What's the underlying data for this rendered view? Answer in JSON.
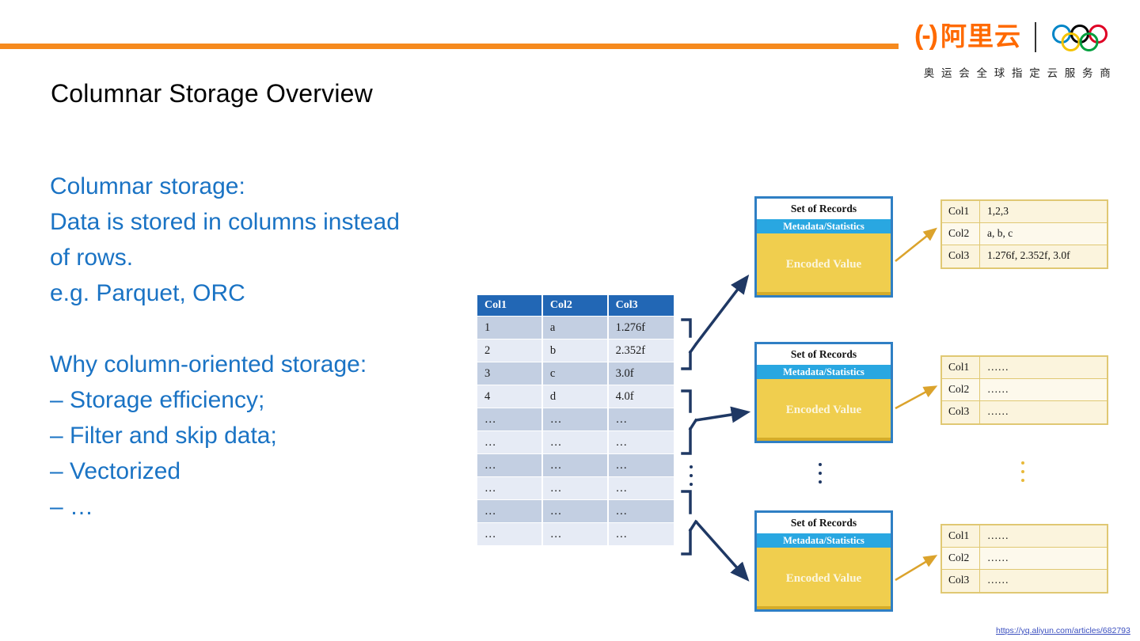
{
  "slide": {
    "title": "Columnar Storage Overview",
    "accent_orange": "#f68a1e",
    "accent_blue": "#1a73c4",
    "footer_url": "https://yq.aliyun.com/articles/682793"
  },
  "logo": {
    "bracket": "(-)",
    "brand_cn": "阿里云",
    "tagline": "奥 运 会 全 球 指 定 云 服 务 商",
    "rings_colors": [
      "#0085C7",
      "#000000",
      "#DF0024",
      "#F4C300",
      "#009F3D"
    ]
  },
  "text_blocks": {
    "block1": [
      "Columnar storage:",
      "Data is stored in columns instead",
      "of rows.",
      "e.g. Parquet, ORC"
    ],
    "block2": [
      "Why column-oriented storage:",
      "– Storage efficiency;",
      "– Filter and skip data;",
      "– Vectorized",
      "– …"
    ]
  },
  "source_table": {
    "headers": [
      "Col1",
      "Col2",
      "Col3"
    ],
    "rows": [
      [
        "1",
        "a",
        "1.276f"
      ],
      [
        "2",
        "b",
        "2.352f"
      ],
      [
        "3",
        "c",
        "3.0f"
      ],
      [
        "4",
        "d",
        "4.0f"
      ],
      [
        "…",
        "…",
        "…"
      ],
      [
        "…",
        "…",
        "…"
      ],
      [
        "…",
        "…",
        "…"
      ],
      [
        "…",
        "…",
        "…"
      ],
      [
        "…",
        "…",
        "…"
      ],
      [
        "…",
        "…",
        "…"
      ]
    ]
  },
  "record_blocks": [
    {
      "head": "Set of Records",
      "meta": "Metadata/Statistics",
      "body": "Encoded Value"
    },
    {
      "head": "Set of Records",
      "meta": "Metadata/Statistics",
      "body": "Encoded Value"
    },
    {
      "head": "Set of Records",
      "meta": "Metadata/Statistics",
      "body": "Encoded Value"
    }
  ],
  "column_tables": [
    {
      "rows": [
        {
          "key": "Col1",
          "value": "1,2,3"
        },
        {
          "key": "Col2",
          "value": "a, b, c"
        },
        {
          "key": "Col3",
          "value": "1.276f, 2.352f, 3.0f"
        }
      ]
    },
    {
      "rows": [
        {
          "key": "Col1",
          "value": "……"
        },
        {
          "key": "Col2",
          "value": "……"
        },
        {
          "key": "Col3",
          "value": "……"
        }
      ]
    },
    {
      "rows": [
        {
          "key": "Col1",
          "value": "……"
        },
        {
          "key": "Col2",
          "value": "……"
        },
        {
          "key": "Col3",
          "value": "……"
        }
      ]
    }
  ],
  "ellipses": [
    {
      "name": "table-group-ellipsis",
      "color": "#1f3864"
    },
    {
      "name": "record-blocks-ellipsis",
      "color": "#1f3864"
    },
    {
      "name": "column-tables-ellipsis",
      "color": "#e8b93a"
    }
  ]
}
